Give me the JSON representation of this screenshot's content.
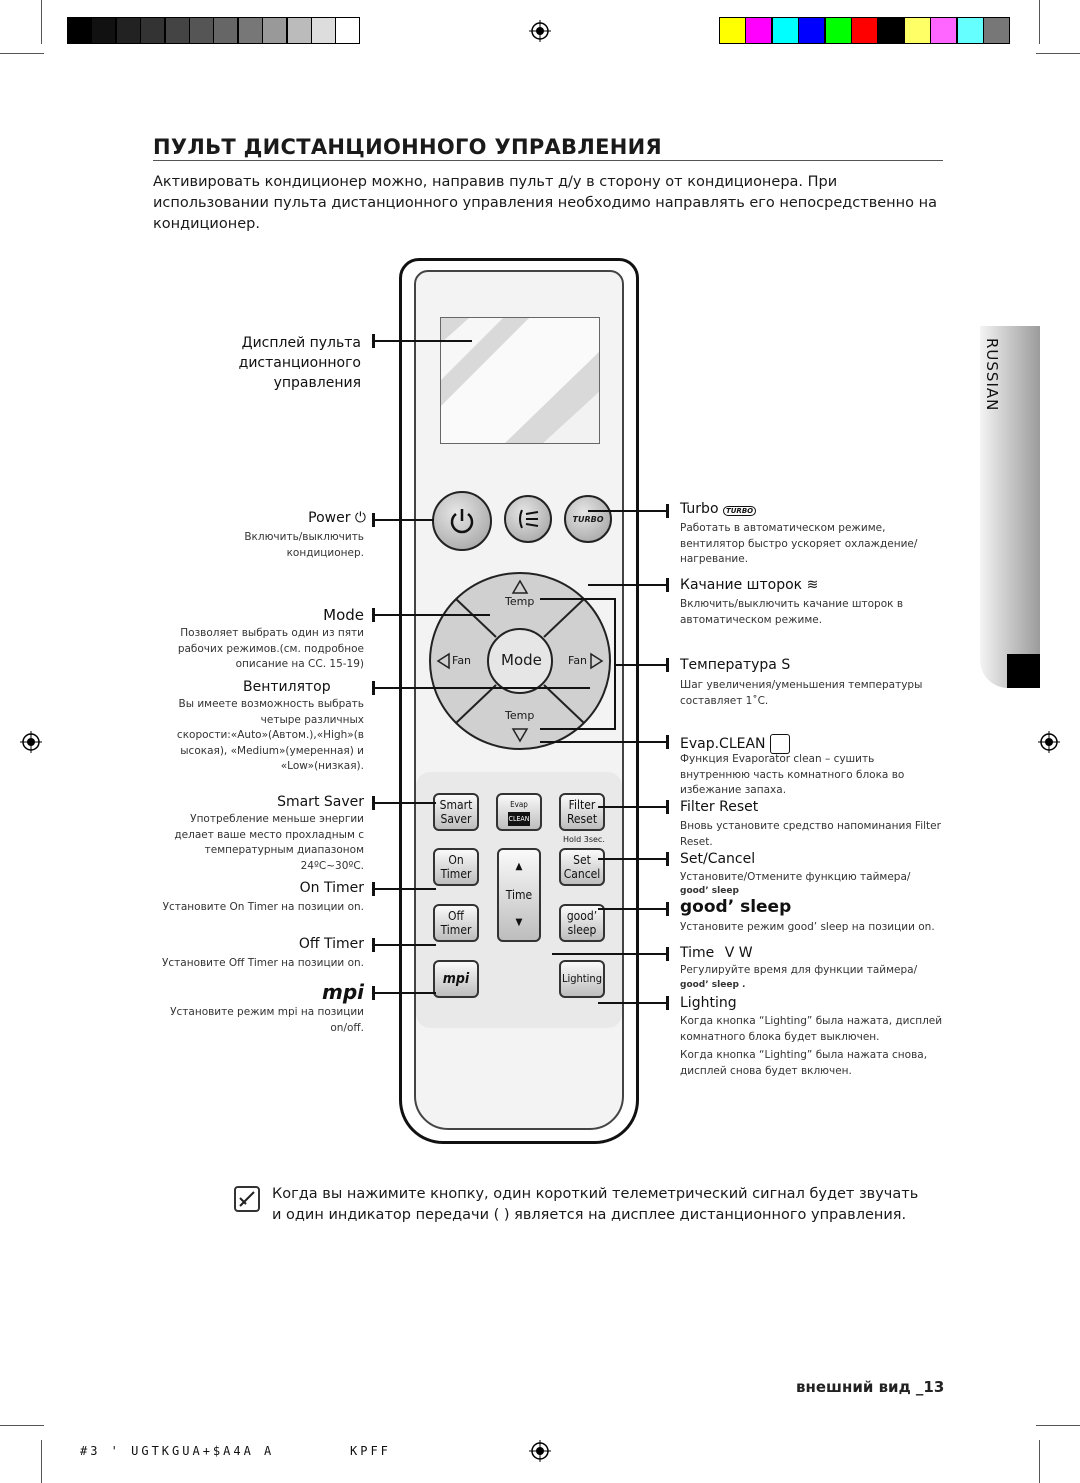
{
  "print_marks": {
    "gray_swatches": [
      "#000000",
      "#111111",
      "#222222",
      "#333333",
      "#444444",
      "#555555",
      "#666666",
      "#777777",
      "#999999",
      "#bbbbbb",
      "#dddddd",
      "#ffffff"
    ],
    "color_swatches": [
      "#ffff00",
      "#ff00ff",
      "#00ffff",
      "#0000ff",
      "#00ff00",
      "#ff0000",
      "#000000",
      "#ffff66",
      "#ff66ff",
      "#66ffff",
      "#777777"
    ]
  },
  "page": {
    "title": "ПУЛЬТ ДИСТАНЦИОННОГО УПРАВЛЕНИЯ",
    "intro": "Активировать кондиционер можно, направив пульт д/у в сторону от кондиционера. При использовании пульта дистанционного управления необходимо направлять его непосредственно на кондиционер.",
    "side_tab": "RUSSIAN",
    "footer": "внешний вид _13",
    "slug_left": "#3 ' UGTKGUA+$A4A A",
    "slug_right": "KPFF"
  },
  "remote": {
    "btn_temp_up": "Temp",
    "btn_temp_down": "Temp",
    "btn_mode": "Mode",
    "btn_fan_left": "Fan",
    "btn_fan_right": "Fan",
    "btn_turbo": "TURBO",
    "btn_smart": "Smart",
    "btn_saver": "Saver",
    "btn_evap": "Evap",
    "btn_clean": "CLEAN",
    "btn_filter": "Filter",
    "btn_reset": "Reset",
    "hold": "Hold 3sec.",
    "btn_on": "On",
    "btn_timer1": "Timer",
    "btn_time": "Time",
    "btn_set": "Set",
    "btn_cancel": "Cancel",
    "btn_off": "Off",
    "btn_timer2": "Timer",
    "btn_good": "good’",
    "btn_sleep": "sleep",
    "btn_mpi": "mpi",
    "btn_lighting": "Lighting"
  },
  "labels_left": {
    "display": "Дисплей пульта дистанционного управления",
    "power": "Power",
    "power_desc": "Включить/выключить кондиционер.",
    "mode": "Mode",
    "mode_desc": "Позволяет выбрать один из пяти рабочих режимов.(см. подробное описание на СС. 15-19)",
    "fan": "Вентилятор",
    "fan_desc": "Вы имеете возможность выбрать четыре различных скорости:«Auto»(Автом.),«High»(в ысокая), «Medium»(умеренная) и «Low»(низкая).",
    "smart_saver": "Smart Saver",
    "smart_saver_desc": "Употребление меньше энергии делает ваше место прохладным с температурным диапазоном 24ºC~30ºC.",
    "on_timer": "On Timer",
    "on_timer_desc": "Установите On Timer на позиции on.",
    "off_timer": "Off Timer",
    "off_timer_desc": "Установите Off Timer на позиции on.",
    "mpi": "mpi",
    "mpi_desc": "Установите режим mpi на позиции on/off."
  },
  "labels_right": {
    "turbo": "Turbo",
    "turbo_icon_text": "TURBO",
    "turbo_desc": "Работать в автоматическом режиме, вентилятор быстро ускоряет охлаждение/нагревание.",
    "swing": "Качание шторок",
    "swing_desc": "Включить/выключить качание шторок в автоматическом режиме.",
    "temp": "Температура",
    "temp_sym": "S",
    "temp_desc": "Шаг увеличения/уменьшения температуры составляет 1˚C.",
    "evap": "Evap.CLEAN",
    "evap_desc": "Функция Evaporator clean – сушить внутреннюю часть комнатного блока во избежание запаха.",
    "filter": "Filter Reset",
    "filter_desc": "Вновь установите средство напоминания Filter Reset.",
    "set_cancel": "Set/Cancel",
    "set_cancel_desc": "Установите/Отмените функцию таймера/",
    "set_cancel_gs": "good’ sleep",
    "good_sleep": "good’ sleep",
    "good_sleep_desc": "Установите режим good’ sleep на позиции on.",
    "time": "Time",
    "time_sym": "V W",
    "time_desc": "Регулируйте время для функции таймера/",
    "time_gs": "good’ sleep .",
    "lighting": "Lighting",
    "lighting_desc1": "Когда кнопка “Lighting” была нажата, дисплей комнатного блока будет выключен.",
    "lighting_desc2": "Когда кнопка “Lighting” была нажата снова, дисплей снова будет включен."
  },
  "note": "Когда вы нажимите кнопку, один короткий телеметрический сигнал будет звучать и один индикатор передачи ( ) является на дисплее дистанционного управления."
}
